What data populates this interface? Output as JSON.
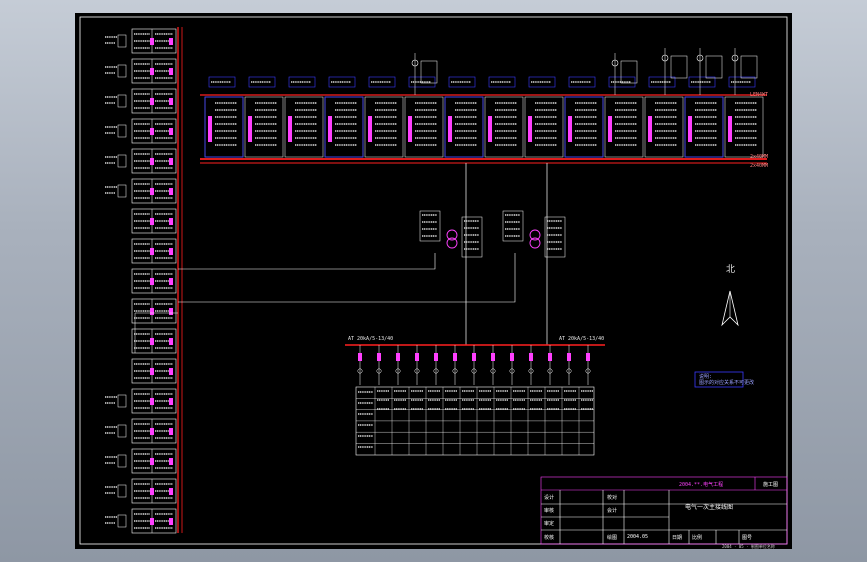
{
  "colors": {
    "background": "#000000",
    "busbar": "#ff2020",
    "frame": "#ffffff",
    "magenta": "#ff40ff",
    "blue": "#3a3aff",
    "cyan": "#00ffff",
    "grey_window": "#a9b1bd"
  },
  "compass": {
    "label": "北",
    "icon": "north-arrow-icon"
  },
  "drawing": {
    "top_panel_labels": [
      "TMY-3",
      "TMY-3",
      "M3",
      "M3",
      "M3",
      "M3",
      "M3",
      "M3",
      "M3",
      "M3",
      "M3"
    ],
    "busbar_right_label_1": "LEN4WT",
    "busbar_right_label_2": "2x40MM",
    "busbar_right_label_3": "2x40MM",
    "lower_bus_label_left": "AT 20kA/5-13/40",
    "lower_bus_label_right": "AT 20kA/5-13/40",
    "note_label": "说明:",
    "note_text": "图示的对应关系不可更改"
  },
  "title_block": {
    "project": "2004.**.电气工程",
    "stage": "施工图",
    "drawing_title": "电气一次主接线图",
    "row_labels": [
      "设计",
      "审核",
      "审定",
      "校核"
    ],
    "mid_labels": [
      "校对",
      "会计",
      "绘图"
    ],
    "date_label": "日期",
    "date_value": "2004.05",
    "sheet_label": "图号",
    "scale_label": "比例",
    "footer": "2004 · 05 · 制图单位名称"
  }
}
